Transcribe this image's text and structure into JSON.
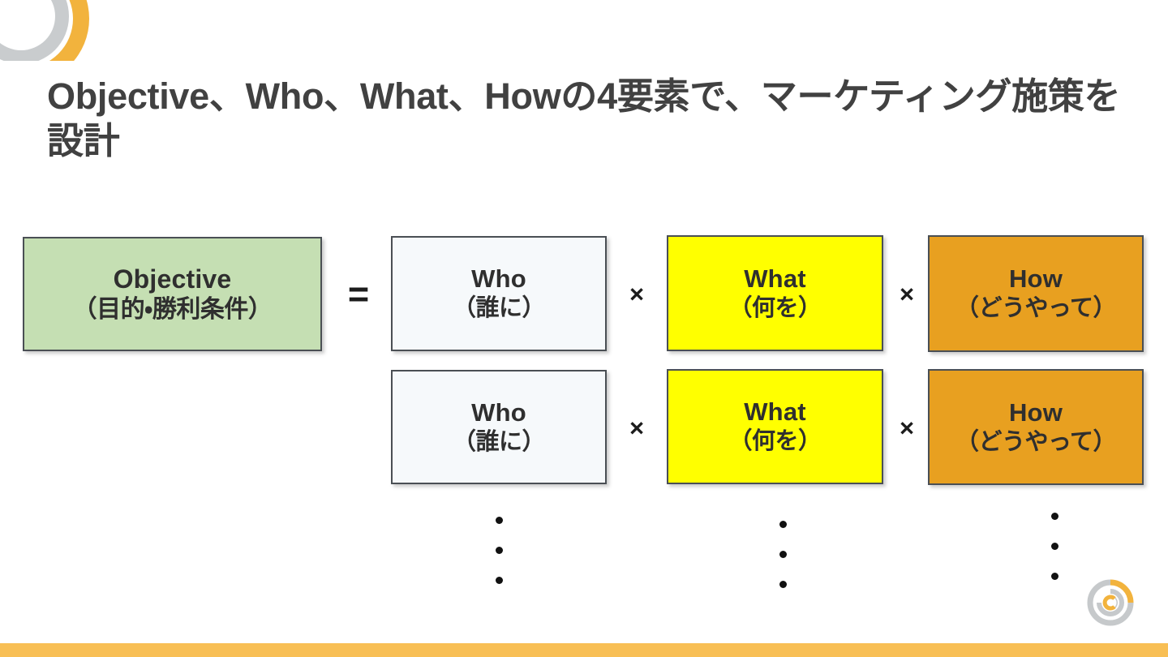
{
  "slide": {
    "title": "Objective、Who、What、Howの4要素で、マーケティング施策を設計",
    "title_color": "#414141",
    "background": "#ffffff"
  },
  "decor": {
    "corner_arc_outer_color": "#f2b33d",
    "corner_arc_inner_color": "#c9ccce",
    "bottom_bar_color": "#f8bf55",
    "logo_name": "company-logo-c-mark",
    "logo_gray": "#c6c9cb",
    "logo_orange": "#f2b33d"
  },
  "diagram": {
    "objective": {
      "en": "Objective",
      "jp": "（目的・勝利条件）",
      "color": "#c5dfb3"
    },
    "operators": {
      "equals": "=",
      "times": "×"
    },
    "rows": [
      {
        "row_label": "row-1",
        "cells": [
          {
            "en": "Who",
            "jp": "（誰に）",
            "color": "#f6f9fb"
          },
          {
            "en": "What",
            "jp": "（何を）",
            "color": "#ffff00"
          },
          {
            "en": "How",
            "jp": "（どうやって）",
            "color": "#e8a020"
          }
        ]
      },
      {
        "row_label": "row-2",
        "cells": [
          {
            "en": "Who",
            "jp": "（誰に）",
            "color": "#f6f9fb"
          },
          {
            "en": "What",
            "jp": "（何を）",
            "color": "#ffff00"
          },
          {
            "en": "How",
            "jp": "（どうやって）",
            "color": "#e8a020"
          }
        ]
      }
    ],
    "continuation_dots": {
      "count_per_column": 3,
      "columns": [
        "who",
        "what",
        "how"
      ]
    }
  }
}
